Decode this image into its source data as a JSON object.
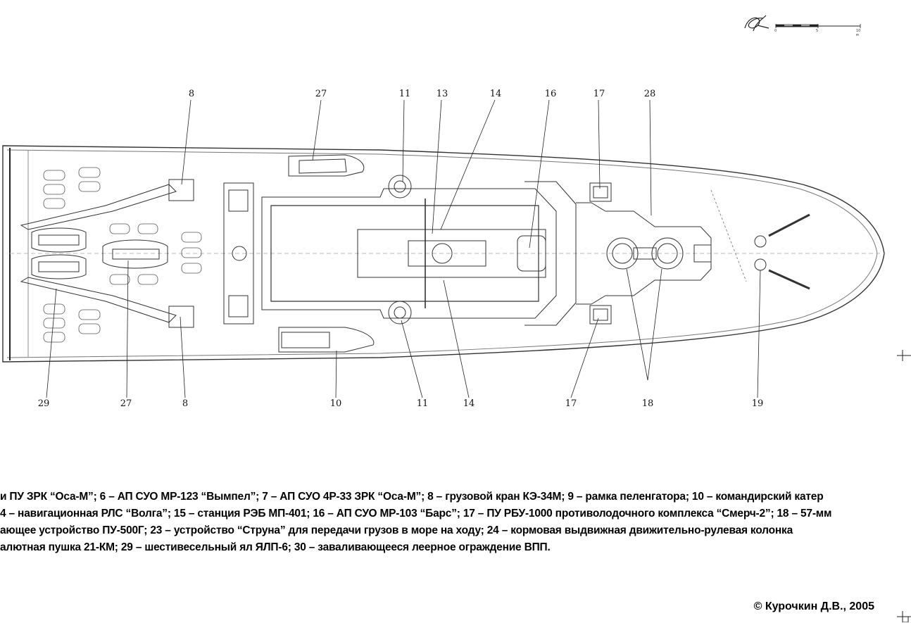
{
  "callouts_top": [
    "8",
    "27",
    "11",
    "13",
    "14",
    "16",
    "17",
    "28"
  ],
  "callouts_bottom": [
    "29",
    "27",
    "8",
    "10",
    "11",
    "14",
    "17",
    "18",
    "19"
  ],
  "scale": {
    "ticks": [
      "0",
      "5",
      "10 м"
    ]
  },
  "legend_lines": [
    "и ПУ ЗРК “Оса-М”; 6 – АП СУО МР-123 “Вымпел”; 7 – АП СУО 4Р-33 ЗРК “Оса-М”; 8 – грузовой кран КЭ-34М; 9 – рамка пеленгатора; 10 – командирский катер",
    "4 – навигационная РЛС “Волга”; 15 – станция РЭБ МП-401; 16 – АП СУО МР-103 “Барс”; 17 – ПУ РБУ-1000 противолодочного комплекса “Смерч-2”; 18 – 57-мм",
    "ающее устройство ПУ-500Г; 23 – устройство “Струна” для передачи грузов в море на ходу; 24 – кормовая выдвижная движительно-рулевая колонка",
    "алютная пушка 21-КМ; 29 – шестивесельный ял ЯЛП-6; 30 – заваливающееся леерное ограждение ВПП."
  ],
  "copyright": "© Курочкин Д.В., 2005"
}
